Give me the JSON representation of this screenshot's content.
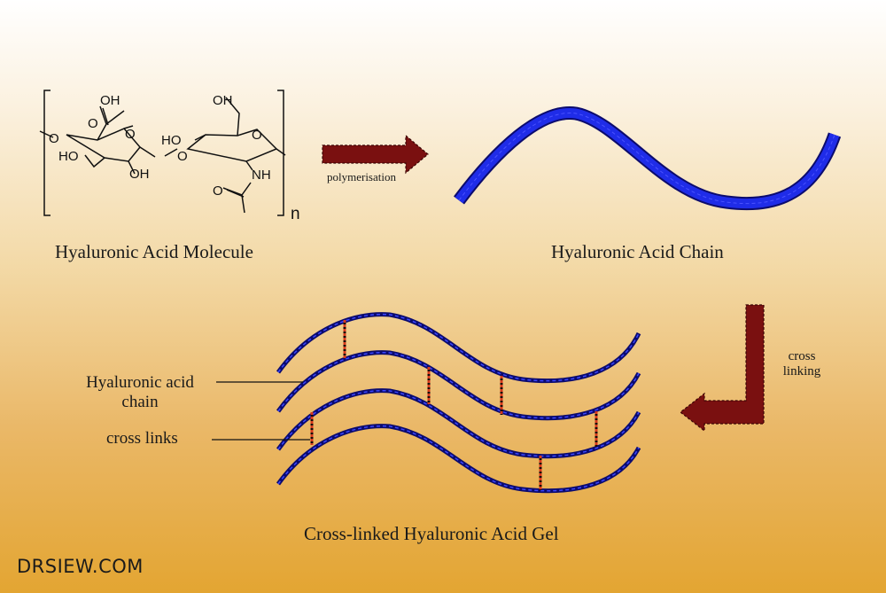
{
  "labels": {
    "molecule": "Hyaluronic Acid Molecule",
    "chain": "Hyaluronic Acid Chain",
    "gel": "Cross-linked Hyaluronic Acid Gel",
    "polymerisation": "polymerisation",
    "cross_linking_1": "cross",
    "cross_linking_2": "linking",
    "callout_chain_1": "Hyaluronic acid",
    "callout_chain_2": "chain",
    "callout_links": "cross links"
  },
  "molecule": {
    "atoms": {
      "oh_top_left": "OH",
      "carbonyl_o": "O",
      "ring_o_left": "O",
      "ho_left": "HO",
      "oh_bottom_left": "OH",
      "glycosidic_o": "O",
      "oh_top_right": "OH",
      "ho_right": "HO",
      "ring_o_right": "O",
      "nh": "NH",
      "amide_o": "O",
      "subscript": "n"
    }
  },
  "watermark": "DRSIEW.COM",
  "colors": {
    "chain_blue": "#1f2ce8",
    "chain_outline": "#0b0b6e",
    "arrow_red": "#7a1010",
    "crosslink_red": "#d63a1c"
  }
}
